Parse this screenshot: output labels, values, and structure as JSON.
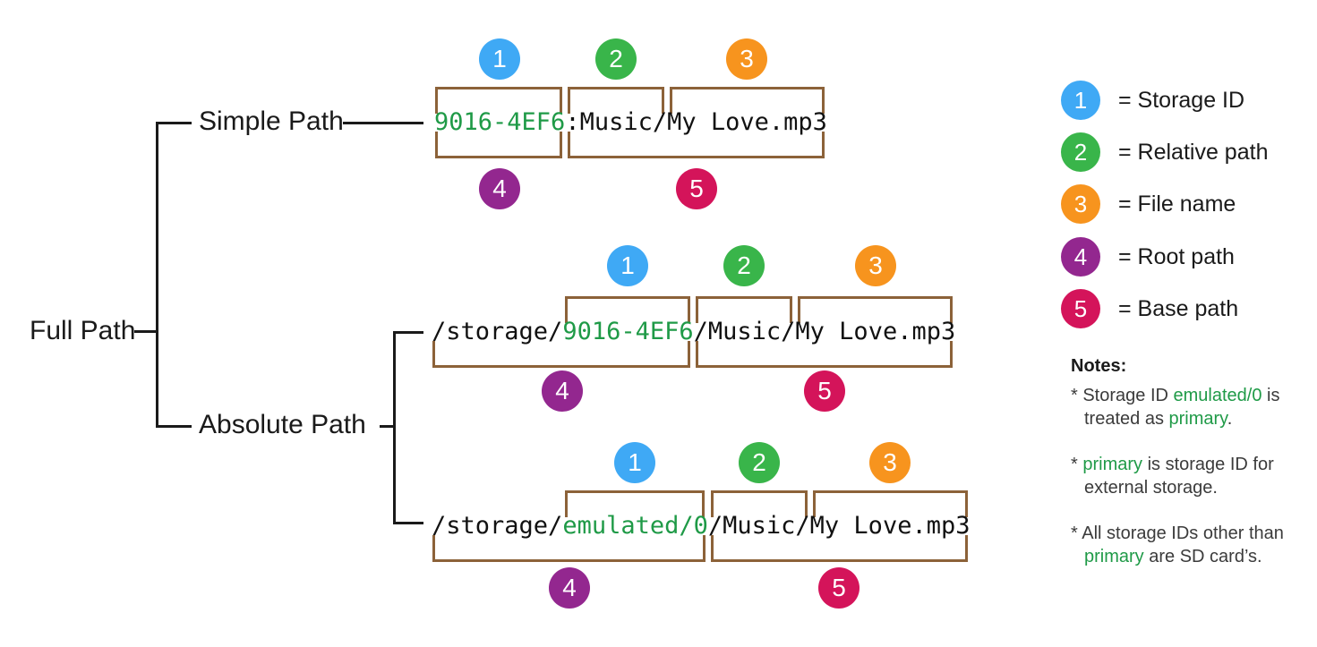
{
  "colors": {
    "blue": "#3FA9F5",
    "green": "#39B54A",
    "orange": "#F7941E",
    "purple": "#93278F",
    "pink": "#D4145A",
    "bracket_brown": "#8C6239",
    "code_green": "#1F9A47",
    "line_black": "#1A1A1A",
    "note_gray": "#3B3B3B"
  },
  "tree": {
    "root": "Full Path",
    "branch_simple": "Simple Path",
    "branch_absolute": "Absolute Path"
  },
  "badges": [
    "1",
    "2",
    "3",
    "4",
    "5"
  ],
  "rows": [
    {
      "segments": [
        {
          "text": "9016-4EF6"
        },
        {
          "text": ":Music/My Love.mp3"
        }
      ]
    },
    {
      "segments": [
        {
          "text": "/storage/"
        },
        {
          "text": "9016-4EF6"
        },
        {
          "text": "/Music/My Love.mp3"
        }
      ]
    },
    {
      "segments": [
        {
          "text": "/storage/"
        },
        {
          "text": "emulated/0"
        },
        {
          "text": "/Music/My Love.mp3"
        }
      ]
    }
  ],
  "legend": [
    {
      "num": "1",
      "label": "= Storage ID"
    },
    {
      "num": "2",
      "label": "= Relative path"
    },
    {
      "num": "3",
      "label": "= File name"
    },
    {
      "num": "4",
      "label": "= Root path"
    },
    {
      "num": "5",
      "label": "= Base path"
    }
  ],
  "notes": {
    "title": "Notes:",
    "n1": [
      {
        "t": "* Storage ID "
      },
      {
        "t": "emulated/0"
      },
      {
        "t": " is treated as "
      },
      {
        "t": "primary"
      },
      {
        "t": "."
      }
    ],
    "n2": [
      {
        "t": "* "
      },
      {
        "t": "primary"
      },
      {
        "t": " is storage ID for external storage."
      }
    ],
    "n3": [
      {
        "t": "* All storage IDs other than "
      },
      {
        "t": "primary"
      },
      {
        "t": " are SD card’s."
      }
    ]
  }
}
